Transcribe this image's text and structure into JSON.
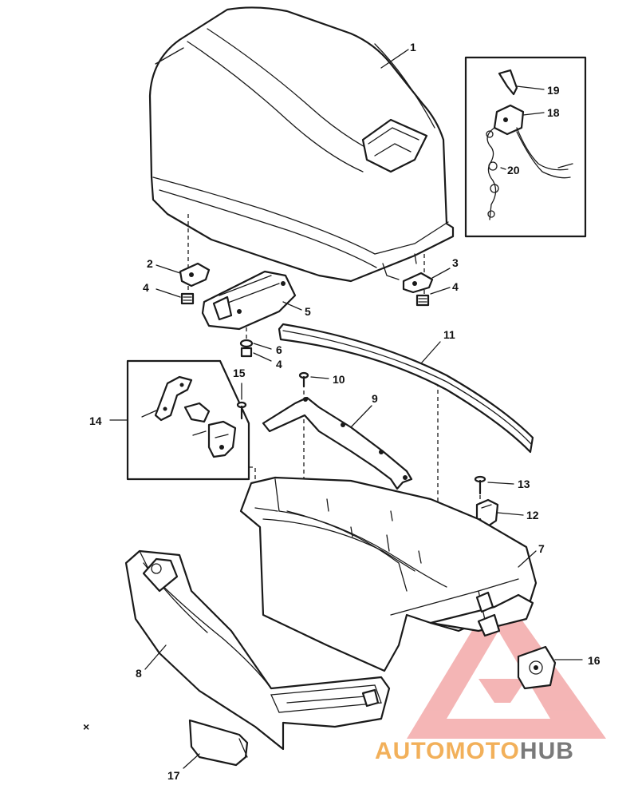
{
  "labels": {
    "p1": "1",
    "p2": "2",
    "p3": "3",
    "p4a": "4",
    "p4b": "4",
    "p4c": "4",
    "p5": "5",
    "p6": "6",
    "p7": "7",
    "p8": "8",
    "p9": "9",
    "p10": "10",
    "p11": "11",
    "p12": "12",
    "p13": "13",
    "p14": "14",
    "p15": "15",
    "p16": "16",
    "p17": "17",
    "p18": "18",
    "p19": "19",
    "p20": "20"
  },
  "watermark": {
    "part1": "AUTO",
    "part2": "MOTO",
    "part3": "HUB",
    "color_primary": "#f2b05a",
    "color_secondary": "#7a7a7a",
    "triangle_color": "#f3a9a9"
  }
}
